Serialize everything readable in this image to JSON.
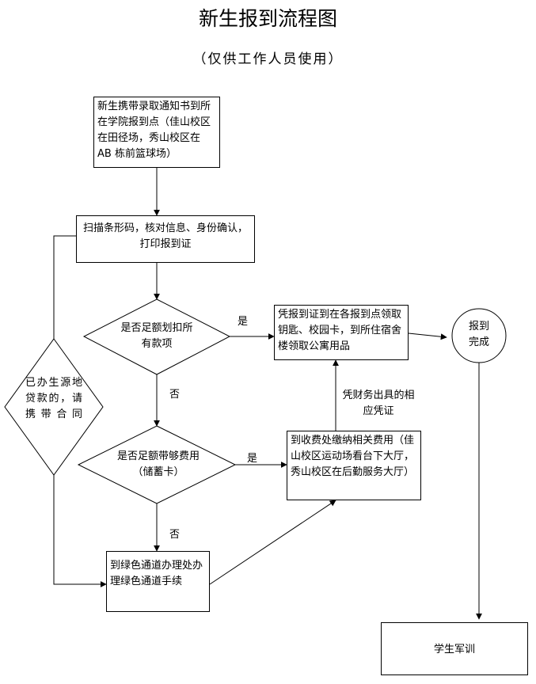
{
  "title": "新生报到流程图",
  "subtitle": "（仅供工作人员使用）",
  "nodes": {
    "start": "新生携带录取通知书到所在学院报到点（佳山校区在田径场，秀山校区在 AB 栋前篮球场）",
    "scan": "扫描条形码，核对信息、身份确认，打印报到证",
    "decision_full": "是否足额划扣所有款项",
    "collect_keys": "凭报到证到在各报到点领取钥匙、校园卡，到所住宿舍楼领取公寓用品",
    "done": "报到完成",
    "decision_card": "是否足额带够费用（储蓄卡）",
    "pay_fees": "到收费处缴纳相关费用（佳山校区运动场看台下大厅，秀山校区在后勤服务大厅）",
    "green_channel": "到绿色通道办理处办理绿色通道手续",
    "loan": "已办生源地贷款的，请携带合同",
    "military": "学生军训"
  },
  "edges": {
    "yes1": "是",
    "no1": "否",
    "yes2": "是",
    "no2": "否",
    "receipt": "凭财务出具的相应凭证"
  }
}
